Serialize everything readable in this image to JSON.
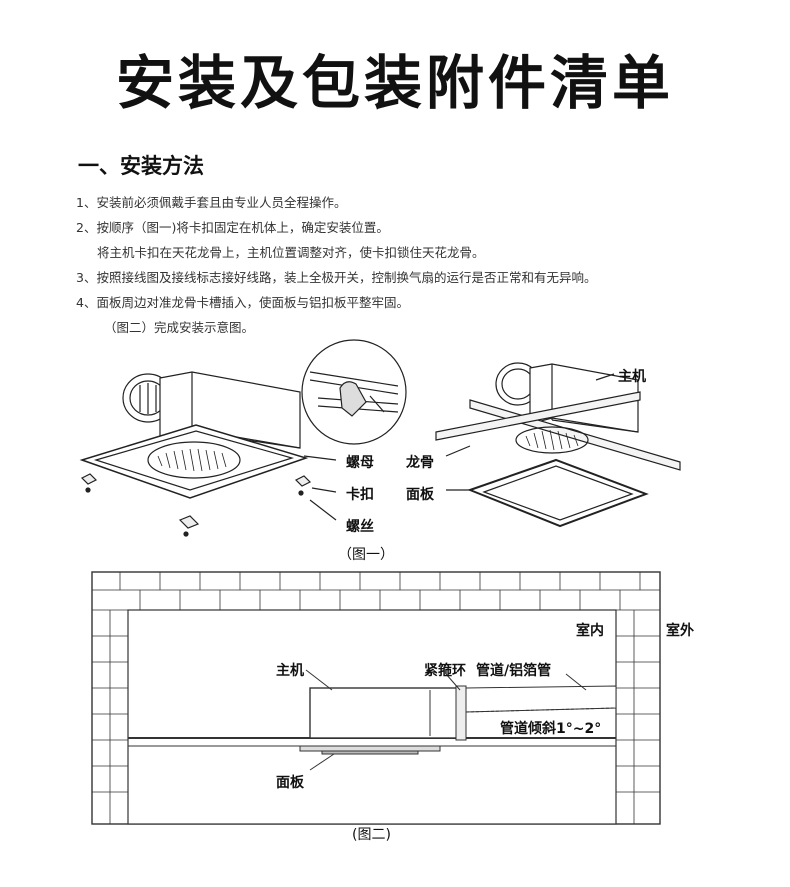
{
  "title": "安装及包装附件清单",
  "section": {
    "heading": "一、安装方法"
  },
  "steps": [
    "1、安装前必须佩戴手套且由专业人员全程操作。",
    "2、按顺序（图一)将卡扣固定在机体上，确定安装位置。",
    "将主机卡扣在天花龙骨上，主机位置调整对齐，使卡扣锁住天花龙骨。",
    "3、按照接线图及接线标志接好线路，装上全极开关，控制换气扇的运行是否正常和有无异响。",
    "4、面板周边对准龙骨卡槽插入，使面板与铝扣板平整牢固。",
    "（图二）完成安装示意图。"
  ],
  "figure1": {
    "caption": "（图一）",
    "labels": {
      "nut": "螺母",
      "clip": "卡扣",
      "screw": "螺丝",
      "keel": "龙骨",
      "panel": "面板",
      "main_unit": "主机"
    }
  },
  "figure2": {
    "caption": "(图二)",
    "labels": {
      "indoor": "室内",
      "outdoor": "室外",
      "main_unit": "主机",
      "clamp_ring": "紧箍环",
      "duct": "管道/铝箔管",
      "duct_slope": "管道倾斜1°~2°",
      "panel": "面板"
    }
  }
}
